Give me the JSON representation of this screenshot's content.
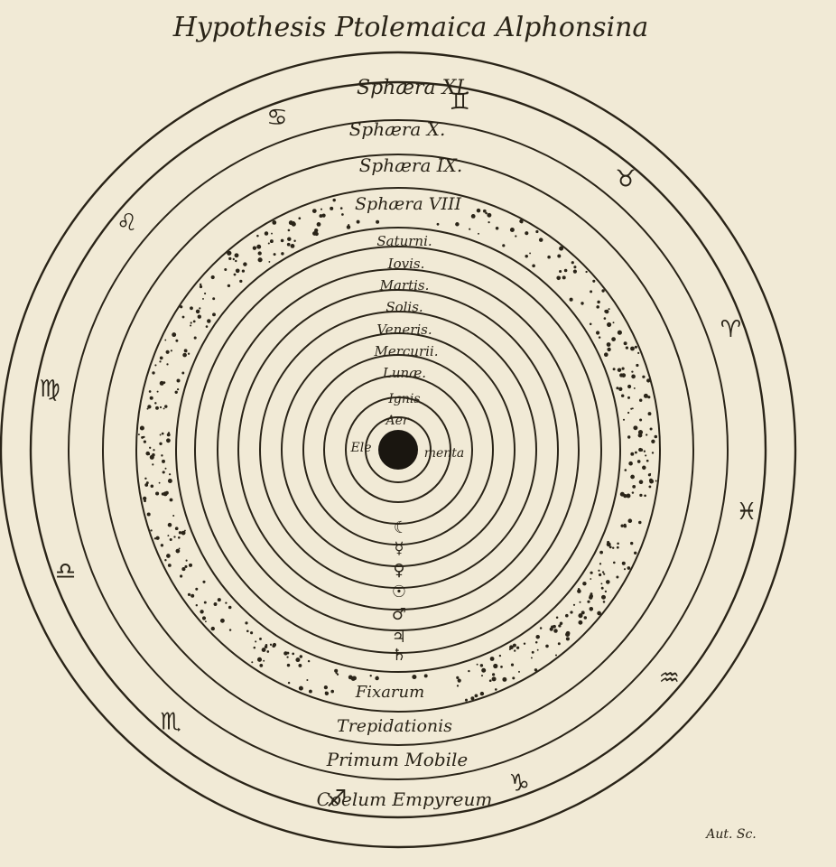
{
  "title": "Hypothesis Ptolemaica Alphonsina",
  "signature": "Aut. Sc.",
  "colors": {
    "paper": "#f1ead6",
    "ink": "#2a2418",
    "earth": "#1a1610"
  },
  "outer_labels": {
    "sphere_11": "Sphæra XI.",
    "sphere_10": "Sphæra X.",
    "sphere_9": "Sphæra IX.",
    "sphere_8": "Sphæra VIII",
    "fixed": "Fixarum",
    "trepidation": "Trepidationis",
    "primum_mobile": "Primum Mobile",
    "empyrean": "Coelum Empyreum"
  },
  "planet_labels": [
    "Saturni.",
    "Iovis.",
    "Martis.",
    "Solis.",
    "Veneris.",
    "Mercurii.",
    "Lunæ.",
    "Ignis",
    "Aer"
  ],
  "elements_label": {
    "left": "Ele",
    "right": "menta"
  },
  "planet_symbols": [
    "☾",
    "☿",
    "♀",
    "☉",
    "♂",
    "♃",
    "♄"
  ],
  "zodiac": [
    {
      "name": "cancer-icon",
      "glyph": "♋"
    },
    {
      "name": "gemini-icon",
      "glyph": "♊"
    },
    {
      "name": "taurus-icon",
      "glyph": "♉"
    },
    {
      "name": "aries-icon",
      "glyph": "♈"
    },
    {
      "name": "pisces-icon",
      "glyph": "♓"
    },
    {
      "name": "aquarius-icon",
      "glyph": "♒"
    },
    {
      "name": "capricorn-icon",
      "glyph": "♑"
    },
    {
      "name": "sagittarius-icon",
      "glyph": "♐"
    },
    {
      "name": "scorpio-icon",
      "glyph": "♏"
    },
    {
      "name": "libra-icon",
      "glyph": "♎"
    },
    {
      "name": "virgo-icon",
      "glyph": "♍"
    },
    {
      "name": "leo-icon",
      "glyph": "♌"
    }
  ]
}
